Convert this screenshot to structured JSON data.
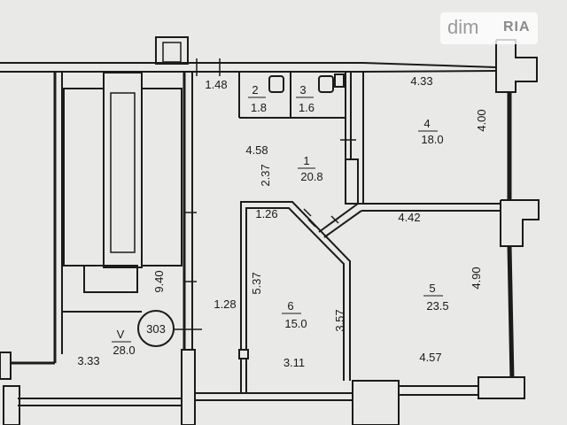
{
  "watermark": {
    "brand": "dim",
    "partner": "RIA",
    "icon": "ria-logo-icon"
  },
  "plan": {
    "apartment_no": "303",
    "walls_color": "#1b1b1b",
    "background_color": "#e9e9e7",
    "rooms": [
      {
        "id": "1",
        "area": "20.8"
      },
      {
        "id": "2",
        "area": "1.8"
      },
      {
        "id": "3",
        "area": "1.6"
      },
      {
        "id": "4",
        "area": "18.0"
      },
      {
        "id": "5",
        "area": "23.5"
      },
      {
        "id": "6",
        "area": "15.0"
      },
      {
        "id": "V",
        "area": "28.0"
      }
    ],
    "dimensions": {
      "d_1_48": "1.48",
      "d_4_33": "4.33",
      "d_4_00": "4.00",
      "d_4_58": "4.58",
      "d_2_37": "2.37",
      "d_1_26": "1.26",
      "d_4_42": "4.42",
      "d_5_37": "5.37",
      "d_4_90": "4.90",
      "d_9_40": "9.40",
      "d_1_28": "1.28",
      "d_3_57": "3.57",
      "d_3_33": "3.33",
      "d_3_11": "3.11",
      "d_4_57": "4.57"
    }
  }
}
